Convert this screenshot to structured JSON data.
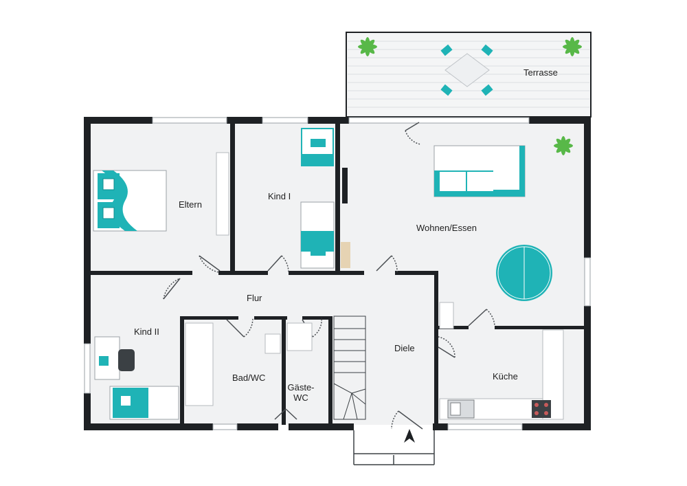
{
  "rooms": {
    "terrasse": "Terrasse",
    "eltern": "Eltern",
    "kind1": "Kind I",
    "wohnen_essen": "Wohnen/Essen",
    "flur": "Flur",
    "kind2": "Kind II",
    "diele": "Diele",
    "kueche": "Küche",
    "bad_wc": "Bad/WC",
    "gaeste_wc_line1": "Gäste-",
    "gaeste_wc_line2": "WC"
  },
  "colors": {
    "wall": "#1e2124",
    "floor": "#f1f2f3",
    "teal": "#1fb3b6",
    "plant": "#58b848",
    "line": "#7a7e82"
  },
  "icons": {
    "entrance": "entrance-arrow-icon",
    "plant": "plant-icon",
    "stove": "stove-icon",
    "sink": "sink-icon"
  }
}
